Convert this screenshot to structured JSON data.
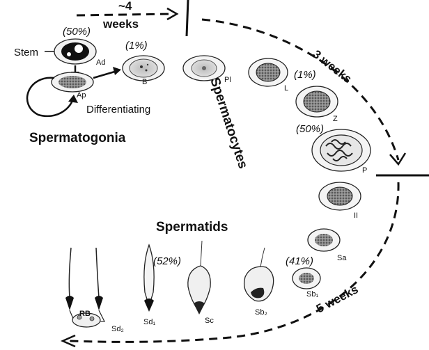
{
  "timeline": {
    "weeks_4": "~4",
    "weeks_4_unit": "weeks",
    "weeks_3": "3 weeks",
    "weeks_5": "5 weeks"
  },
  "groups": {
    "spermatogonia": "Spermatogonia",
    "spermatocytes": "Spermatocytes",
    "spermatids": "Spermatids"
  },
  "labels": {
    "stem": "Stem",
    "differentiating": "Differentiating"
  },
  "percents": {
    "ad": "(50%)",
    "b": "(1%)",
    "l": "(1%)",
    "p": "(50%)",
    "sd1": "(52%)",
    "sb": "(41%)"
  },
  "cells": {
    "ad": "Ad",
    "ap": "Ap",
    "b": "B",
    "pl": "Pl",
    "l": "L",
    "z": "Z",
    "p": "P",
    "ii": "II",
    "sa": "Sa",
    "sb1": "Sb₁",
    "sb2": "Sb₂",
    "sc": "Sc",
    "sd1": "Sd₁",
    "sd2": "Sd₂",
    "rb": "RB"
  }
}
